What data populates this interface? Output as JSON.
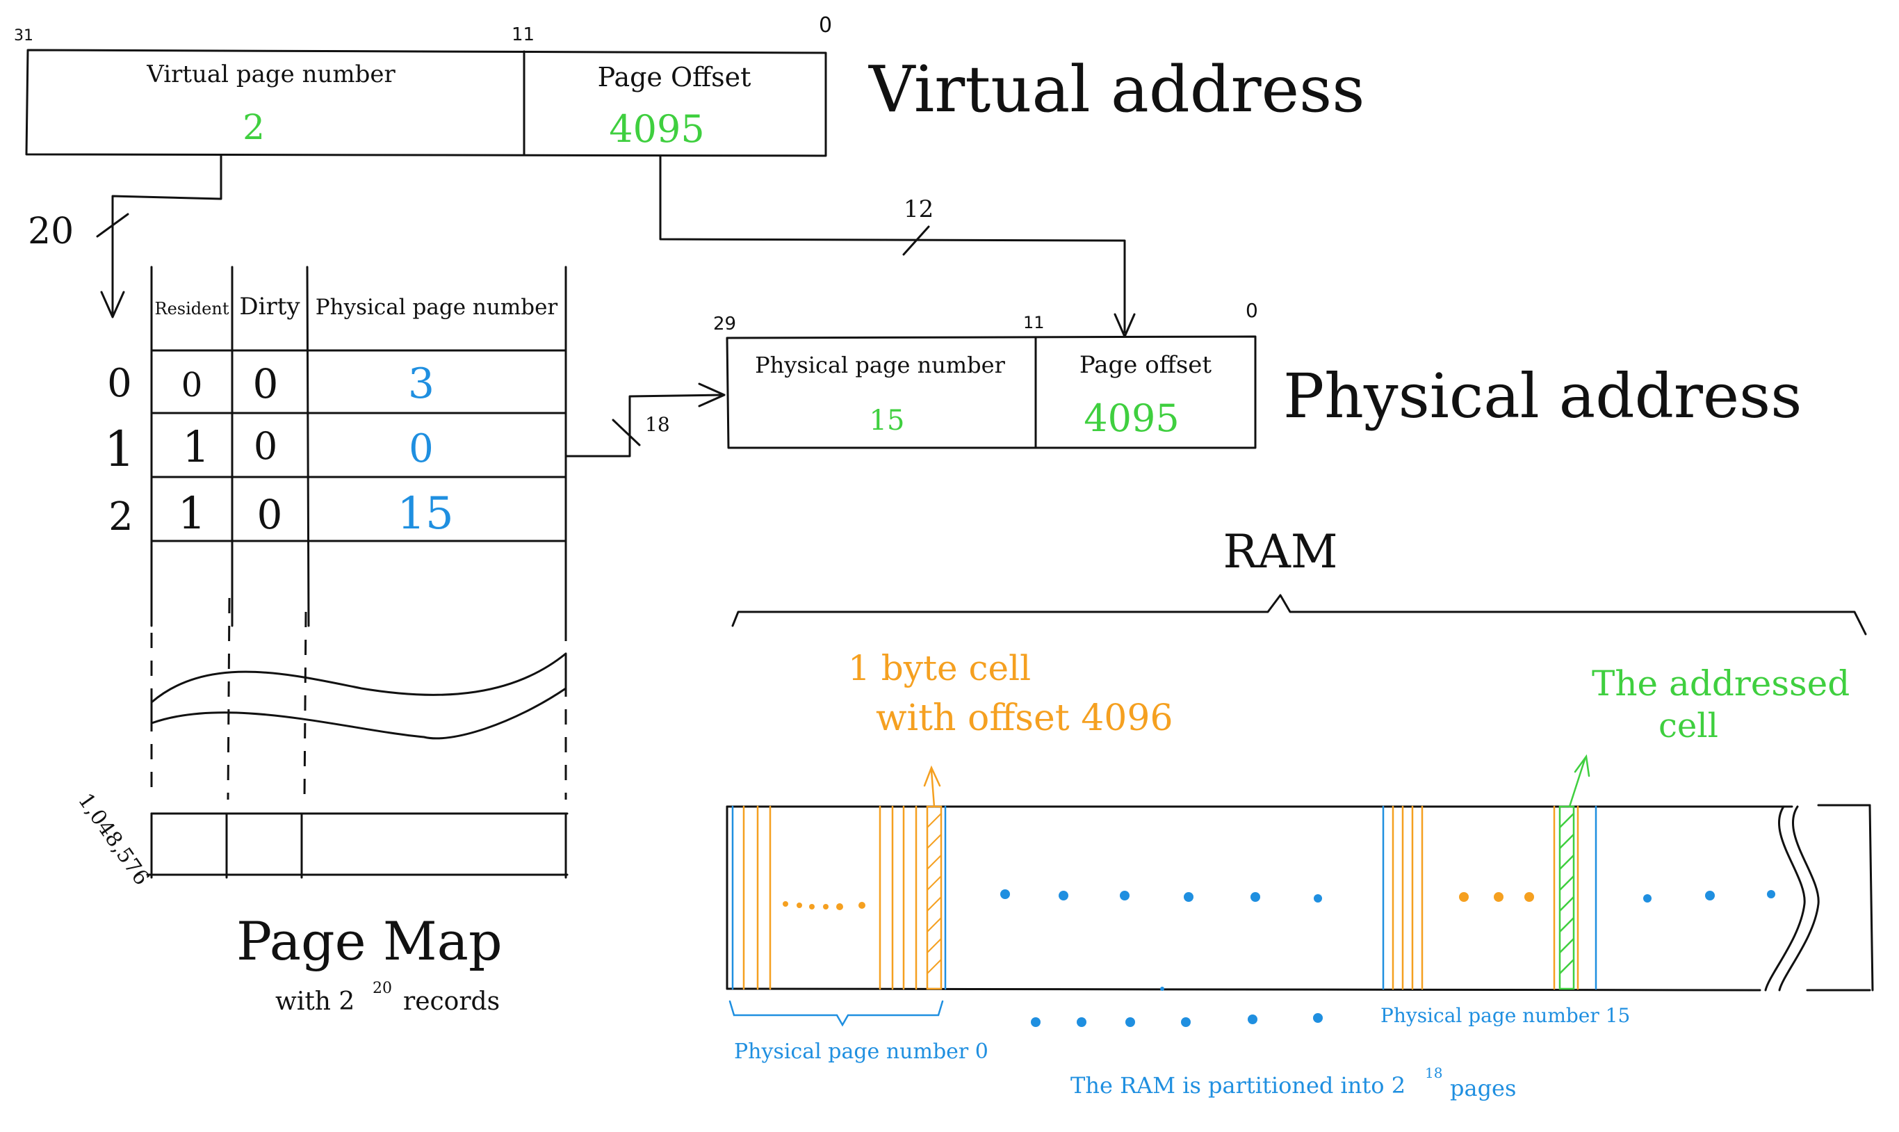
{
  "virtual_address": {
    "title": "Virtual address",
    "bit_high": "31",
    "bit_split": "11",
    "bit_low": "0",
    "vpn_label": "Virtual page number",
    "vpn_value": "2",
    "offset_label": "Page Offset",
    "offset_value": "4095"
  },
  "wires": {
    "vpn_width": "20",
    "offset_width": "12",
    "ppn_width": "18"
  },
  "page_map": {
    "headers": [
      "Resident",
      "Dirty",
      "Physical page number"
    ],
    "rows": [
      {
        "index": "0",
        "resident": "0",
        "dirty": "0",
        "ppn": "3"
      },
      {
        "index": "1",
        "resident": "1",
        "dirty": "0",
        "ppn": "0"
      },
      {
        "index": "2",
        "resident": "1",
        "dirty": "0",
        "ppn": "15"
      }
    ],
    "last_index": "1,048,576",
    "title": "Page Map",
    "subtitle_prefix": "with 2",
    "subtitle_exp": "20",
    "subtitle_suffix": "records"
  },
  "physical_address": {
    "title": "Physical address",
    "bit_high": "29",
    "bit_split": "11",
    "bit_low": "0",
    "ppn_label": "Physical page number",
    "ppn_value": "15",
    "offset_label": "Page offset",
    "offset_value": "4095"
  },
  "ram": {
    "title": "RAM",
    "cell_note_line1": "1 byte cell",
    "cell_note_line2": "with offset 4096",
    "addressed_line1": "The addressed",
    "addressed_line2": "cell",
    "page0_label": "Physical page number 0",
    "page15_label": "Physical page number 15",
    "partition_prefix": "The RAM is partitioned into 2",
    "partition_exp": "18",
    "partition_suffix": "pages"
  },
  "colors": {
    "ink": "#111111",
    "blue": "#1f8fe0",
    "green": "#3fcf3f",
    "orange": "#f5a020"
  }
}
